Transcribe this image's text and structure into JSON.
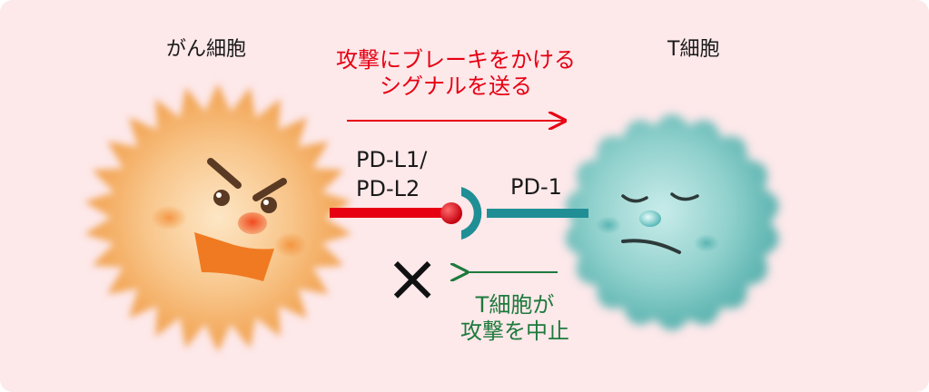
{
  "diagram": {
    "cancer_cell_label": "がん細胞",
    "t_cell_label": "T細胞",
    "brake_signal": {
      "line1": "攻撃にブレーキをかける",
      "line2": "シグナルを送る"
    },
    "ligand_label": {
      "line1": "PD-L1/",
      "line2": "PD-L2"
    },
    "receptor_label": "PD-1",
    "stop_attack": {
      "line1": "T細胞が",
      "line2": "攻撃を中止"
    },
    "block_mark": "×"
  },
  "colors": {
    "background": "#fde8ea",
    "signal_red": "#e60012",
    "stop_green": "#1e7a3c",
    "receptor_teal": "#1f8f95",
    "cancer_orange": "#f3a85a",
    "tcell_teal": "#7fc7c4"
  }
}
